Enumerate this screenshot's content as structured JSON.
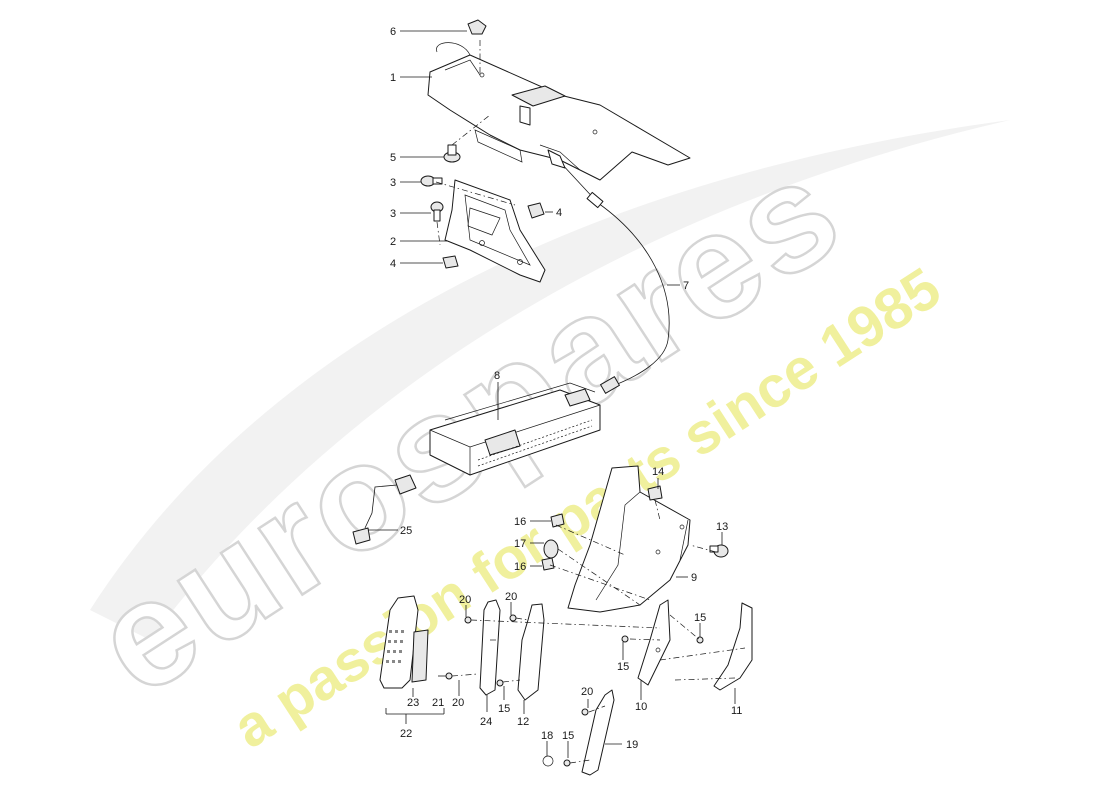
{
  "watermark": {
    "brand": "eurospares",
    "tagline": "a passion for parts since 1985",
    "brand_color": "#d9d9d9",
    "tagline_color": "#efef9a"
  },
  "callouts": [
    {
      "id": "c6",
      "label": "6"
    },
    {
      "id": "c1",
      "label": "1"
    },
    {
      "id": "c5",
      "label": "5"
    },
    {
      "id": "c3a",
      "label": "3"
    },
    {
      "id": "c3b",
      "label": "3"
    },
    {
      "id": "c4a",
      "label": "4"
    },
    {
      "id": "c2",
      "label": "2"
    },
    {
      "id": "c4b",
      "label": "4"
    },
    {
      "id": "c7",
      "label": "7"
    },
    {
      "id": "c8",
      "label": "8"
    },
    {
      "id": "c25",
      "label": "25"
    },
    {
      "id": "c14",
      "label": "14"
    },
    {
      "id": "c13",
      "label": "13"
    },
    {
      "id": "c16a",
      "label": "16"
    },
    {
      "id": "c17",
      "label": "17"
    },
    {
      "id": "c16b",
      "label": "16"
    },
    {
      "id": "c9",
      "label": "9"
    },
    {
      "id": "c20a",
      "label": "20"
    },
    {
      "id": "c20b",
      "label": "20"
    },
    {
      "id": "c15a",
      "label": "15"
    },
    {
      "id": "c15b",
      "label": "15"
    },
    {
      "id": "c10",
      "label": "10"
    },
    {
      "id": "c11",
      "label": "11"
    },
    {
      "id": "c21",
      "label": "21"
    },
    {
      "id": "c20c",
      "label": "20"
    },
    {
      "id": "c24",
      "label": "24"
    },
    {
      "id": "c15c",
      "label": "15"
    },
    {
      "id": "c12",
      "label": "12"
    },
    {
      "id": "c23",
      "label": "23"
    },
    {
      "id": "c22",
      "label": "22"
    },
    {
      "id": "c20d",
      "label": "20"
    },
    {
      "id": "c18",
      "label": "18"
    },
    {
      "id": "c15d",
      "label": "15"
    },
    {
      "id": "c19",
      "label": "19"
    }
  ]
}
